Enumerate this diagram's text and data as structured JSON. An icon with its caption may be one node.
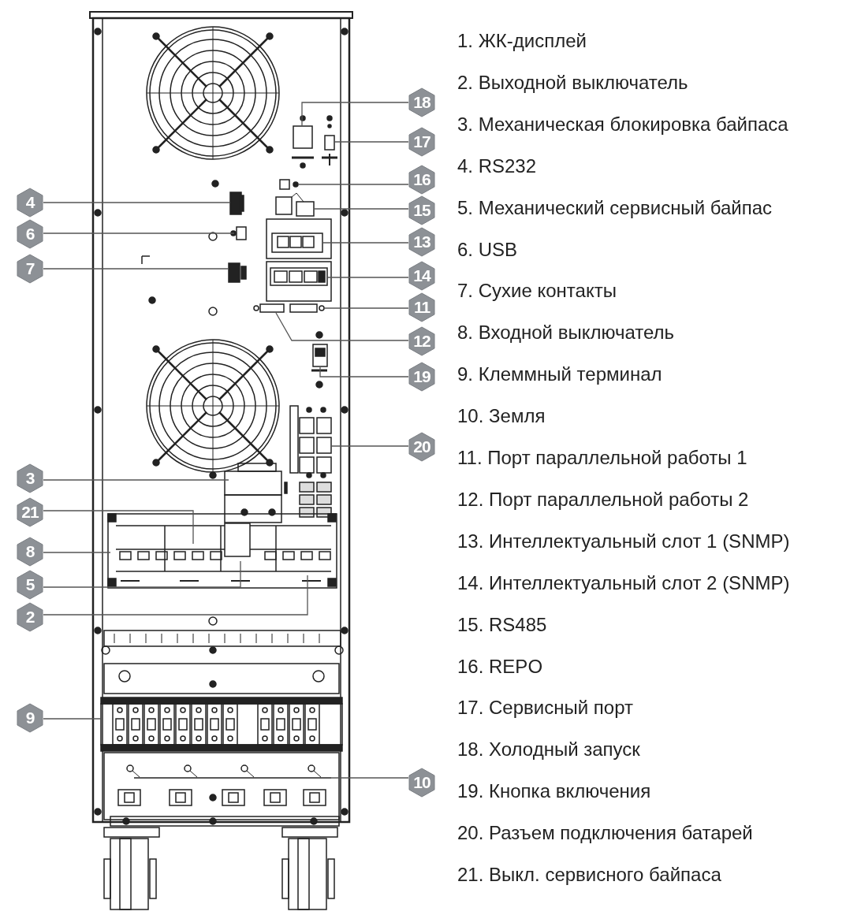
{
  "diagram": {
    "nodes": [
      {
        "text": [
          "18"
        ]
      },
      {
        "text": [
          "17"
        ]
      },
      {
        "text": [
          "16"
        ]
      },
      {
        "text": [
          "4"
        ]
      },
      {
        "text": [
          "15"
        ]
      },
      {
        "text": [
          "6"
        ]
      },
      {
        "text": [
          "13"
        ]
      },
      {
        "text": [
          "7"
        ]
      },
      {
        "text": [
          "14"
        ]
      },
      {
        "text": [
          "11"
        ]
      },
      {
        "text": [
          "12"
        ]
      },
      {
        "text": [
          "19"
        ]
      },
      {
        "text": [
          "20"
        ]
      },
      {
        "text": [
          "3"
        ]
      },
      {
        "text": [
          "21"
        ]
      },
      {
        "text": [
          "8"
        ]
      },
      {
        "text": [
          "5"
        ]
      },
      {
        "text": [
          "2"
        ]
      },
      {
        "text": [
          "9"
        ]
      },
      {
        "text": [
          "10"
        ]
      }
    ],
    "edges": [
      {
        "from": 0,
        "to": null,
        "arrow": "none"
      },
      {
        "from": 1,
        "to": null,
        "arrow": "none"
      },
      {
        "from": 2,
        "to": null,
        "arrow": "none"
      },
      {
        "from": 3,
        "to": null,
        "arrow": "none"
      },
      {
        "from": 4,
        "to": null,
        "arrow": "none"
      },
      {
        "from": 5,
        "to": null,
        "arrow": "none"
      },
      {
        "from": 6,
        "to": null,
        "arrow": "none"
      },
      {
        "from": 7,
        "to": null,
        "arrow": "none"
      },
      {
        "from": 8,
        "to": null,
        "arrow": "none"
      },
      {
        "from": 9,
        "to": null,
        "arrow": "none"
      },
      {
        "from": 10,
        "to": null,
        "arrow": "none"
      },
      {
        "from": 11,
        "to": null,
        "arrow": "none"
      },
      {
        "from": 12,
        "to": null,
        "arrow": "none"
      },
      {
        "from": 13,
        "to": null,
        "arrow": "none"
      },
      {
        "from": 14,
        "to": null,
        "arrow": "none"
      },
      {
        "from": 15,
        "to": null,
        "arrow": "none"
      },
      {
        "from": 16,
        "to": null,
        "arrow": "none"
      },
      {
        "from": 17,
        "to": null,
        "arrow": "none"
      },
      {
        "from": 18,
        "to": null,
        "arrow": "none"
      },
      {
        "from": 19,
        "to": null,
        "arrow": "none"
      }
    ],
    "labels": [
      "1. ЖК-дисплей",
      "2. Выходной выключатель",
      "3. Механическая блокировка байпаса",
      "4. RS232",
      "5. Механический сервисный байпас",
      "6. USB",
      "7. Сухие контакты",
      "8. Входной выключатель",
      "9. Клеммный терминал",
      "10. Земля",
      "11. Порт параллельной работы 1",
      "12. Порт параллельной работы 2",
      "13. Интеллектуальный слот 1 (SNMP)",
      "14. Интеллектуальный слот 2 (SNMP)",
      "15. RS485",
      "16. REPO",
      "17. Сервисный порт",
      "18. Холодный запуск",
      "19. Кнопка включения",
      "20. Разъем подключения батарей",
      "21. Выкл. сервисного байпаса"
    ]
  }
}
